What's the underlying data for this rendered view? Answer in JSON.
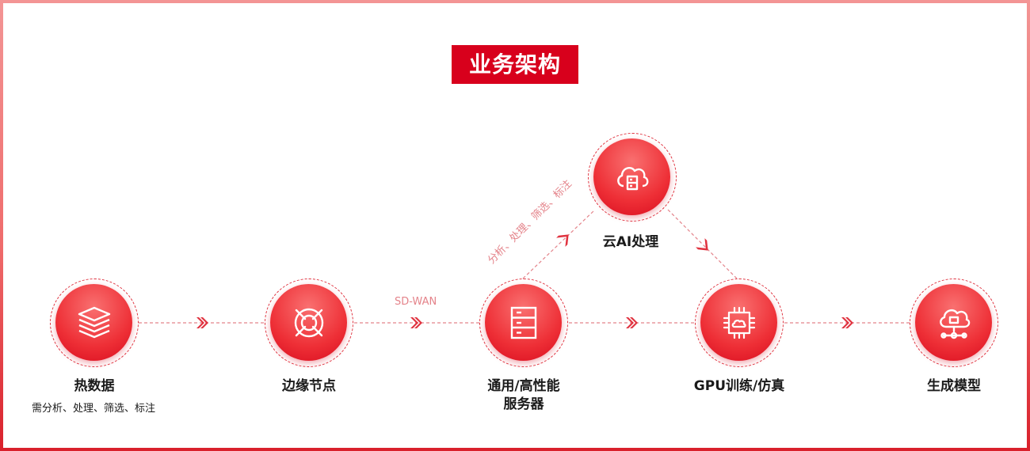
{
  "title": "业务架构",
  "nodes": [
    {
      "id": "hot-data",
      "label": "热数据",
      "sublabel": "需分析、处理、筛选、标注",
      "icon": "layers-icon"
    },
    {
      "id": "edge-node",
      "label": "边缘节点",
      "icon": "crosshair-icon"
    },
    {
      "id": "general-server",
      "label_line1": "通用/高性能",
      "label_line2": "服务器",
      "icon": "server-icon"
    },
    {
      "id": "cloud-ai",
      "label": "云AI处理",
      "icon": "cloud-server-icon"
    },
    {
      "id": "gpu-training",
      "label": "GPU训练/仿真",
      "icon": "chip-icon"
    },
    {
      "id": "generate-model",
      "label": "生成模型",
      "icon": "cloud-network-icon"
    }
  ],
  "edge_labels": {
    "sdwan": "SD-WAN",
    "cloud_upload": "分析、处理、筛选、标注"
  },
  "colors": {
    "accent": "#d8001c",
    "node": "#ee2f36",
    "line": "#e4838a"
  }
}
